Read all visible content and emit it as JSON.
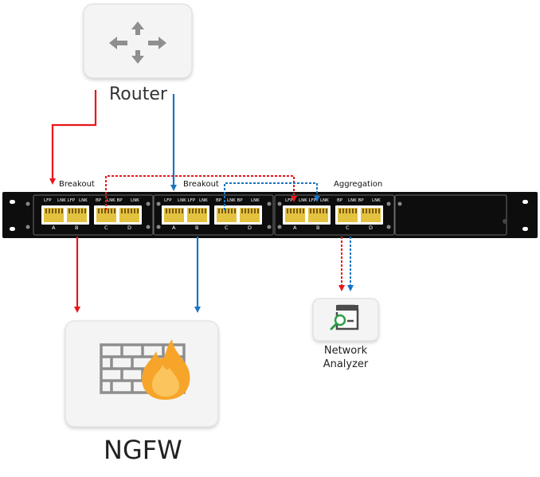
{
  "nodes": {
    "router": {
      "label": "Router"
    },
    "ngfw": {
      "label": "NGFW"
    },
    "analyzer": {
      "line1": "Network",
      "line2": "Analyzer"
    }
  },
  "modules": [
    {
      "title": "Breakout",
      "port_labels": [
        "LFP",
        "LNK LFP",
        "LNK",
        "BP",
        "LNK BP",
        "LNK"
      ],
      "ports": [
        "A",
        "B",
        "C",
        "D"
      ]
    },
    {
      "title": "Breakout",
      "port_labels": [
        "LFP",
        "LNK LFP",
        "LNK",
        "BP",
        "LNK BP",
        "LNK"
      ],
      "ports": [
        "A",
        "B",
        "C",
        "D"
      ]
    },
    {
      "title": "Aggregation",
      "port_labels": [
        "LFP",
        "LNK LFP",
        "LNK",
        "BP",
        "LNK BP",
        "LNK"
      ],
      "ports": [
        "A",
        "B",
        "C",
        "D"
      ]
    }
  ],
  "colors": {
    "red": "#e8161b",
    "blue": "#1a74c2",
    "chassis": "#0d0d0d",
    "port": "#e3c240",
    "flame": "#f7a52a"
  },
  "icons": [
    "router-arrows-icon",
    "firewall-brick-icon",
    "flame-icon",
    "magnifier-icon"
  ]
}
